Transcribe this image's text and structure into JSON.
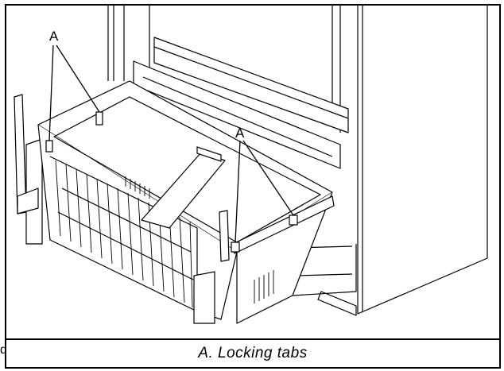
{
  "diagram": {
    "callouts": [
      {
        "letter": "A"
      },
      {
        "letter": "A"
      }
    ],
    "caption": "A.  Locking tabs",
    "edge_fragment": "d",
    "colors": {
      "line": "#000000",
      "fill": "#ffffff",
      "shade": "#dedede"
    }
  }
}
